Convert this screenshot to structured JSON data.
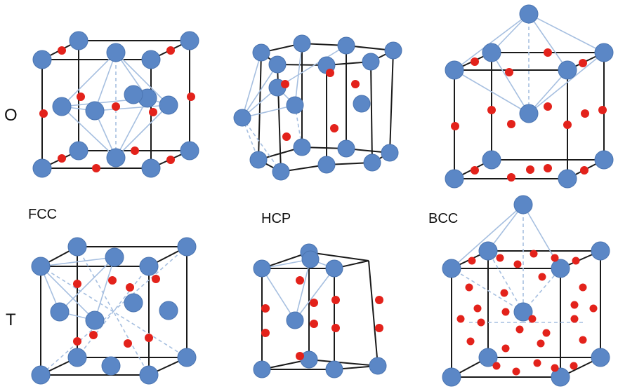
{
  "row_labels": {
    "octahedral": "O",
    "tetrahedral": "T"
  },
  "structure_labels": {
    "fcc": "FCC",
    "hcp": "HCP",
    "bcc": "BCC"
  },
  "colors": {
    "host_atom": "#5b87c6",
    "host_atom_edge": "#4a74b0",
    "interstitial_site": "#e3221b",
    "cell_edge": "#1a1a1a",
    "polyhedron_line": "#a6bfe0",
    "text": "#111111"
  },
  "legend_semantics": {
    "blue_sphere": "host-atom",
    "red_dot": "interstitial-site"
  }
}
